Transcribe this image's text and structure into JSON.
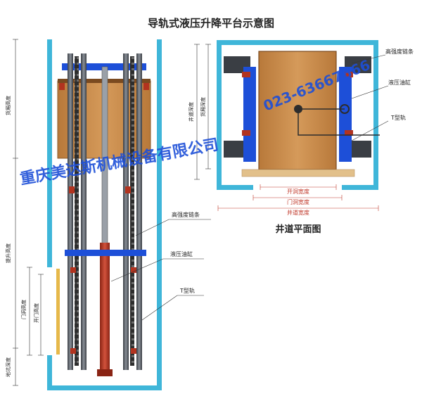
{
  "title": "导轨式液压升降平台示意图",
  "plan_title": "井道平面图",
  "elevation": {
    "labels": {
      "high_strength_chain": "高强度链条",
      "hydraulic_cylinder": "液压油缸",
      "t_rail": "T型轨"
    },
    "dimensions": {
      "platform_height": "货厢高度",
      "lift_height": "提升高度",
      "shaft_door_height": "门洞高度",
      "door_height": "开门高度",
      "pit_depth": "地坑深度"
    }
  },
  "plan": {
    "labels": {
      "high_strength_chain": "高强度链条",
      "hydraulic_cylinder": "液压油缸",
      "t_rail": "T型轨"
    },
    "dimensions": {
      "shaft_depth": "井道深度",
      "car_depth": "货厢深度",
      "opening_width": "开洞宽度",
      "door_width": "门洞宽度",
      "shaft_width": "井道宽度"
    }
  },
  "watermark": {
    "company": "重庆美达斯机械设备有限公司",
    "phone": "023-63667666"
  },
  "colors": {
    "shaft_wall": "#3fb6d9",
    "frame_blue": "#1d4fd8",
    "car_wood": "#c58a4a",
    "platform_plank": "#e2c08a",
    "cylinder_red": "#b2331f",
    "rail_grey": "#5a5f66",
    "chain_dark": "#2d2d2d",
    "dim_red": "#c0392b"
  }
}
